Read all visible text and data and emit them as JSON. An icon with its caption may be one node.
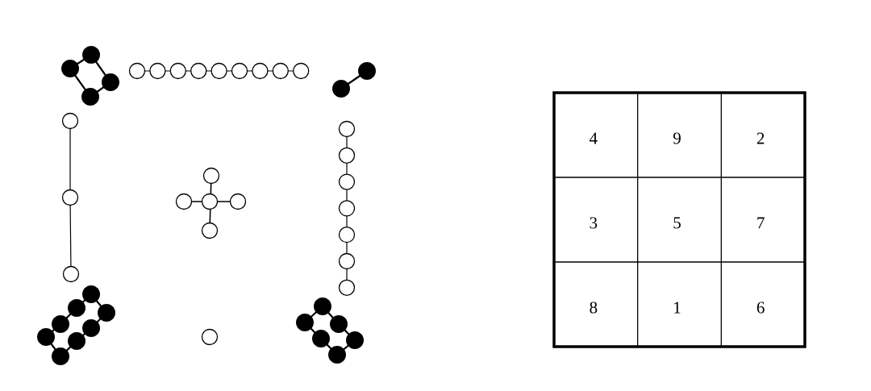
{
  "diagram": {
    "labels": [
      "4",
      "9",
      "2",
      "3",
      "5",
      "7",
      "8",
      "1",
      "6"
    ]
  }
}
